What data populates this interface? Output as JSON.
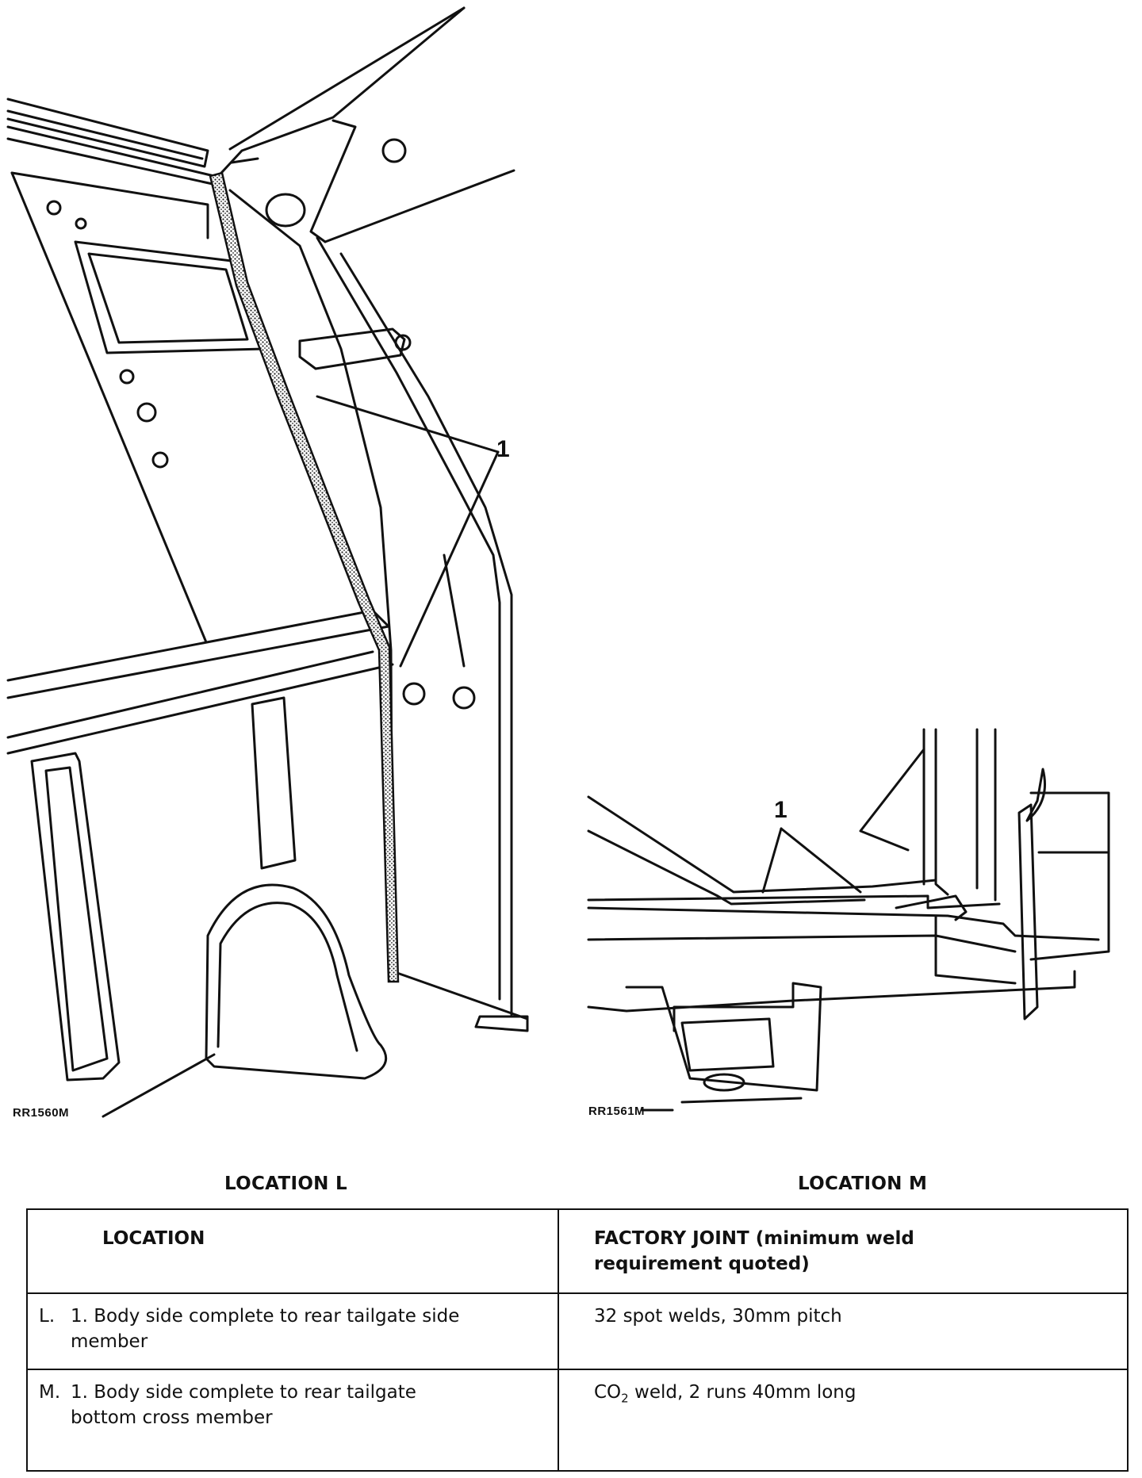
{
  "figures": {
    "left": {
      "code": "RR1560M",
      "callout": "1"
    },
    "right": {
      "code": "RR1561M",
      "callout": "1"
    }
  },
  "headings": {
    "left": "LOCATION L",
    "right": "LOCATION M"
  },
  "table": {
    "header": {
      "location": "LOCATION",
      "joint": "FACTORY JOINT (minimum weld requirement quoted)"
    },
    "rows": [
      {
        "key": "L.",
        "item": "1. Body side complete to rear tailgate side member",
        "joint": "32 spot welds, 30mm pitch"
      },
      {
        "key": "M.",
        "item": "1. Body side complete to rear tailgate bottom cross member",
        "joint_prefix": "CO",
        "joint_sub": "2",
        "joint_suffix": " weld, 2 runs 40mm long"
      }
    ]
  }
}
